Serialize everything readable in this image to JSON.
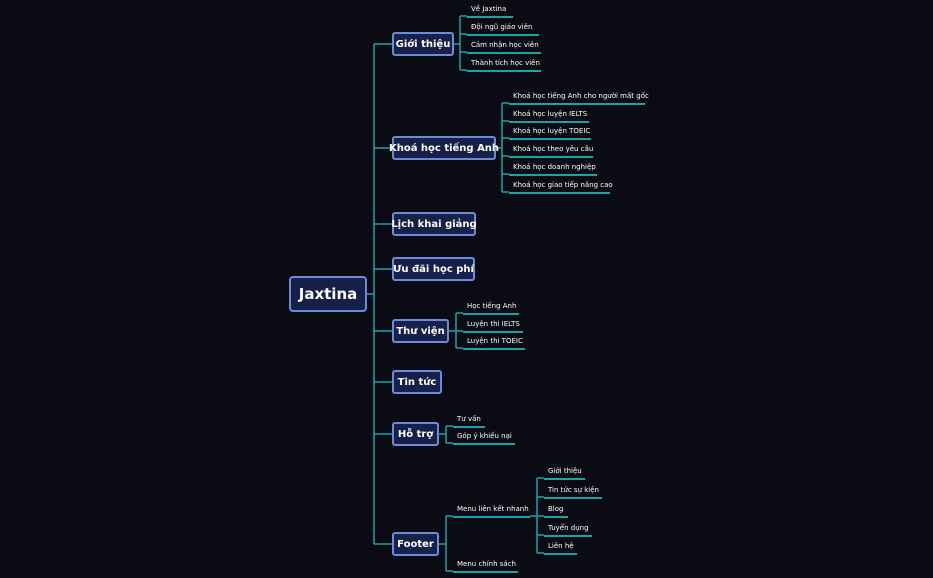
{
  "root": {
    "label": "Jaxtina"
  },
  "branches": {
    "gioi_thieu": {
      "label": "Giới thiệu",
      "children": [
        "Về Jaxtina",
        "Đội ngũ giáo viên",
        "Cảm nhận học viên",
        "Thành tích học viên"
      ]
    },
    "khoa_hoc": {
      "label": "Khoá học tiếng Anh",
      "children": [
        "Khoá học tiếng Anh cho người mất gốc",
        "Khoá học luyện IELTS",
        "Khoá học luyện TOEIC",
        "Khoá học theo yêu cầu",
        "Khoá học doanh nghiệp",
        "Khoá học giao tiếp nâng cao"
      ]
    },
    "lich": {
      "label": "Lịch khai giảng"
    },
    "uu_dai": {
      "label": "Ưu đãi học phí"
    },
    "thu_vien": {
      "label": "Thư viện",
      "children": [
        "Học tiếng Anh",
        "Luyện thi IELTS",
        "Luyện thi TOEIC"
      ]
    },
    "tin_tuc": {
      "label": "Tin tức"
    },
    "ho_tro": {
      "label": "Hỗ trợ",
      "children": [
        "Tư vấn",
        "Góp ý khiếu nại"
      ]
    },
    "footer": {
      "label": "Footer",
      "menu_lien_ket": {
        "label": "Menu liên kết nhanh",
        "children": [
          "Giới thiệu",
          "Tin tức sự kiện",
          "Blog",
          "Tuyển dụng",
          "Liên hệ"
        ]
      },
      "menu_chinh_sach": {
        "label": "Menu chính sách"
      }
    }
  },
  "colors": {
    "background": "#0b0b14",
    "node_fill": "#16204a",
    "node_border": "#6c8cd8",
    "connector": "#1aa2a6",
    "text": "#ffffff"
  }
}
